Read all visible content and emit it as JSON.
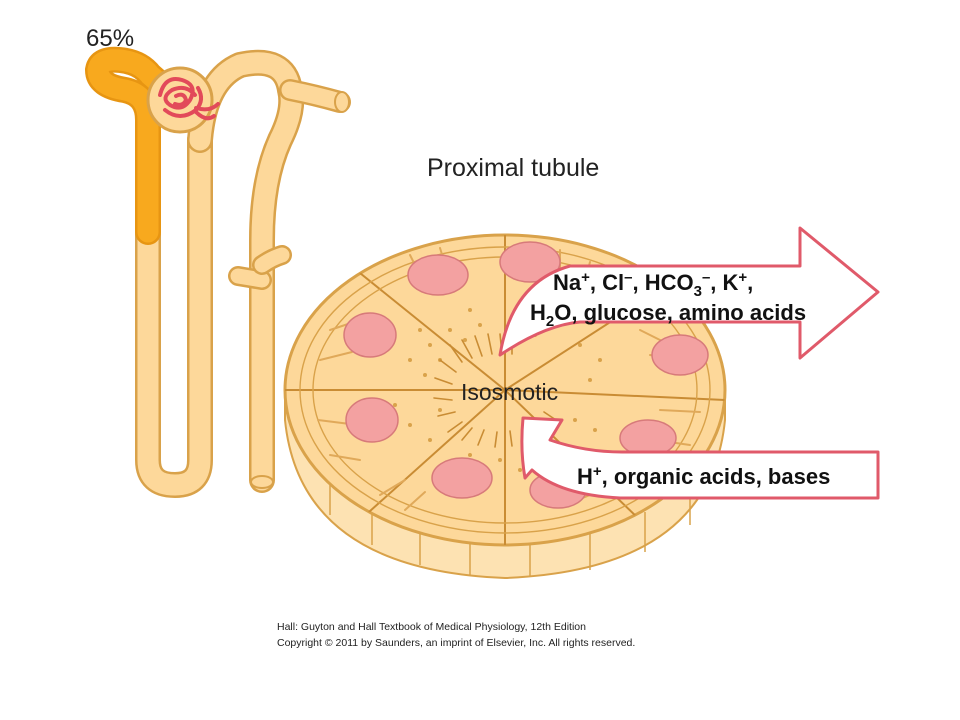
{
  "percent_label": "65%",
  "title": "Proximal tubule",
  "lumen_label": "Isosmotic",
  "reabsorbed": {
    "line1": {
      "na": "Na",
      "plus": "+",
      "cl": ", Cl",
      "minus": "–",
      "hco": ", HCO",
      "sub3": "3",
      "minus2": "–",
      "k": ", K",
      "plus2": "+",
      "comma": ","
    },
    "line2": {
      "h": "H",
      "sub2": "2",
      "rest": "O, glucose, amino acids"
    }
  },
  "secreted": {
    "h": "H",
    "plus": "+",
    "rest": ", organic acids, bases"
  },
  "citation": {
    "line1": "Hall: Guyton and Hall Textbook of Medical Physiology, 12th Edition",
    "line2": "Copyright © 2011 by Saunders, an imprint of Elsevier, Inc. All rights reserved."
  },
  "colors": {
    "tubule_fill": "#fdd89a",
    "tubule_stroke": "#d9a24a",
    "proximal_highlight": "#f8a91e",
    "nucleus": "#f3a1a1",
    "arrow_stroke": "#e05a6a",
    "glomerulus": "#e24a5a"
  }
}
